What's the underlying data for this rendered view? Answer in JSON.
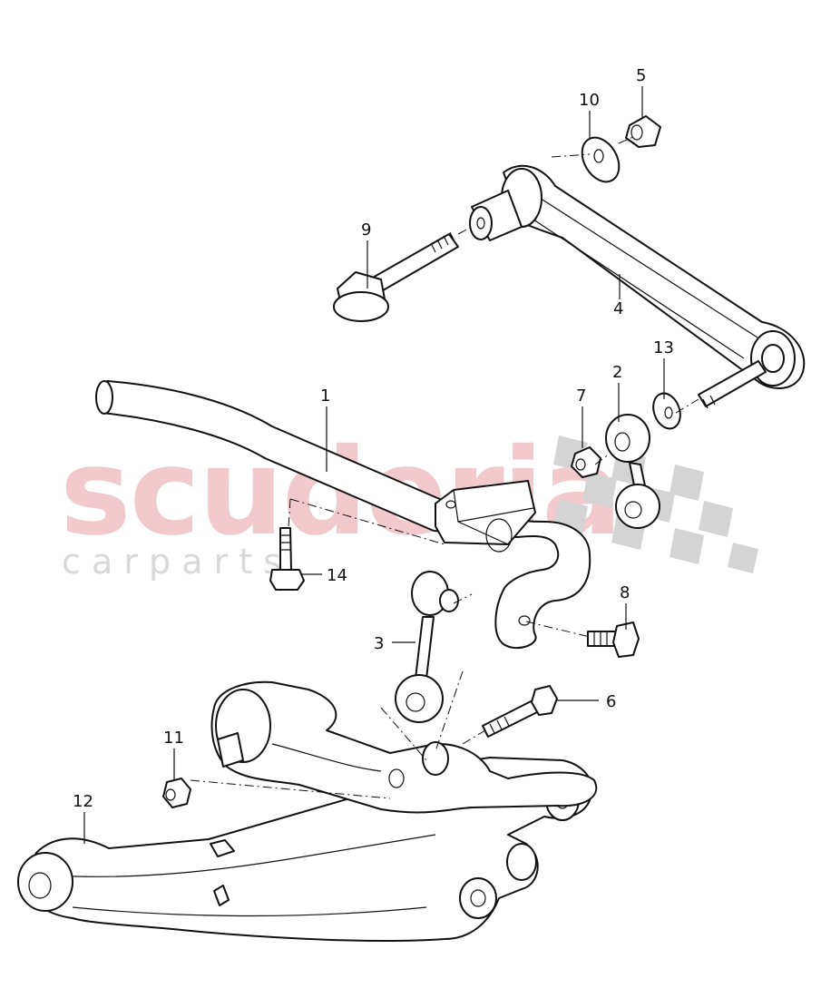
{
  "watermark": {
    "brand": "scuderia",
    "tagline": "c a r   p a r t s",
    "brand_color": "#f2c9cc"
  },
  "callouts": [
    {
      "id": "1",
      "label": "1"
    },
    {
      "id": "2",
      "label": "2"
    },
    {
      "id": "3",
      "label": "3"
    },
    {
      "id": "4",
      "label": "4"
    },
    {
      "id": "5",
      "label": "5"
    },
    {
      "id": "6",
      "label": "6"
    },
    {
      "id": "7",
      "label": "7"
    },
    {
      "id": "8",
      "label": "8"
    },
    {
      "id": "9",
      "label": "9"
    },
    {
      "id": "10",
      "label": "10"
    },
    {
      "id": "11",
      "label": "11"
    },
    {
      "id": "12",
      "label": "12"
    },
    {
      "id": "13",
      "label": "13"
    },
    {
      "id": "14",
      "label": "14"
    }
  ]
}
